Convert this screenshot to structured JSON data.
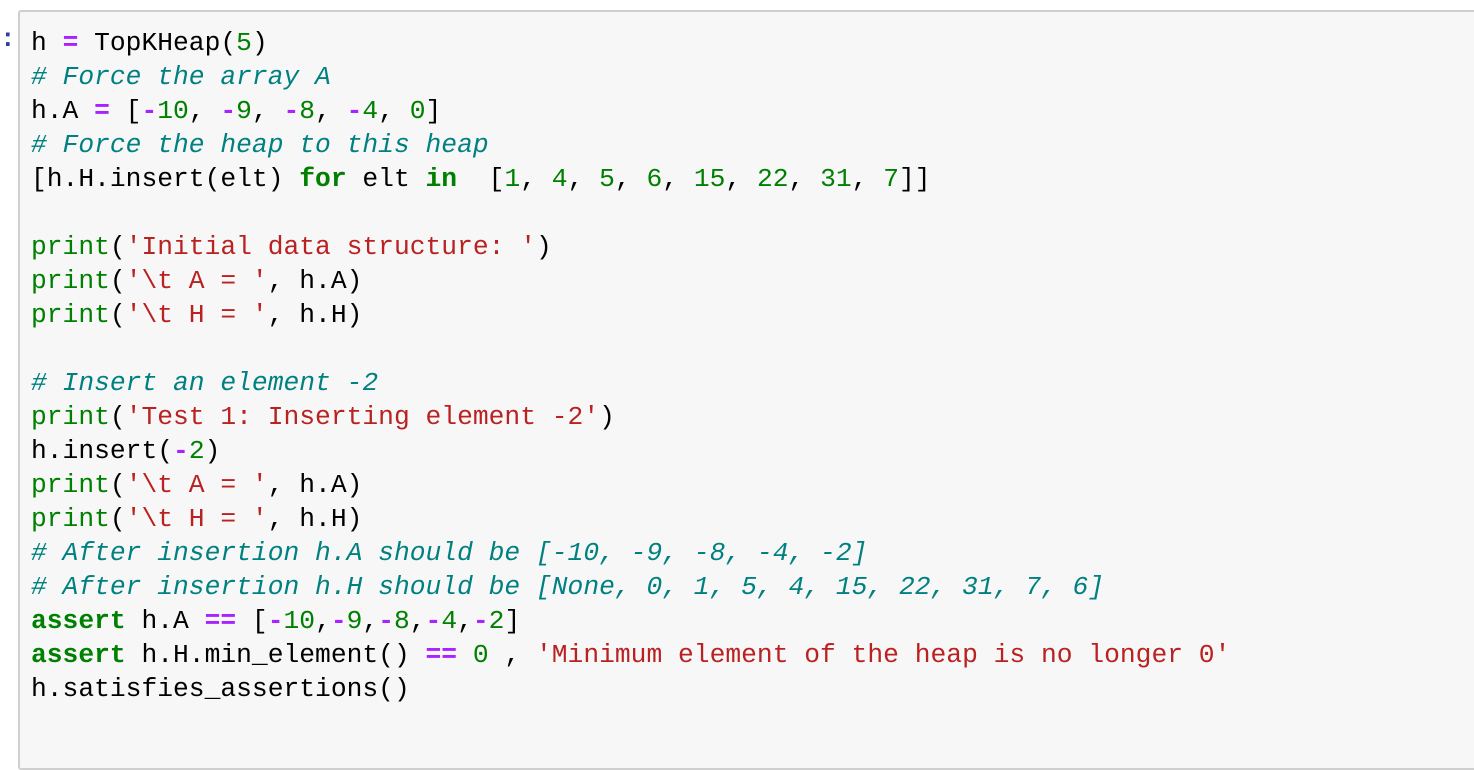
{
  "cell": {
    "prompt": ":",
    "colors": {
      "keyword": "#008000",
      "number": "#008000",
      "operator": "#AA22FF",
      "string": "#BA2121",
      "comment": "#008080",
      "prompt": "#303F9F",
      "background": "#f7f7f7",
      "border": "#cfcfcf"
    },
    "lines": [
      {
        "tokens": [
          [
            "t",
            "h "
          ],
          [
            "op",
            "="
          ],
          [
            "t",
            " TopKHeap("
          ],
          [
            "num",
            "5"
          ],
          [
            "t",
            ")"
          ]
        ]
      },
      {
        "tokens": [
          [
            "com",
            "# Force the array A"
          ]
        ]
      },
      {
        "tokens": [
          [
            "t",
            "h.A "
          ],
          [
            "op",
            "="
          ],
          [
            "t",
            " ["
          ],
          [
            "op",
            "-"
          ],
          [
            "num",
            "10"
          ],
          [
            "t",
            ", "
          ],
          [
            "op",
            "-"
          ],
          [
            "num",
            "9"
          ],
          [
            "t",
            ", "
          ],
          [
            "op",
            "-"
          ],
          [
            "num",
            "8"
          ],
          [
            "t",
            ", "
          ],
          [
            "op",
            "-"
          ],
          [
            "num",
            "4"
          ],
          [
            "t",
            ", "
          ],
          [
            "num",
            "0"
          ],
          [
            "t",
            "]"
          ]
        ]
      },
      {
        "tokens": [
          [
            "com",
            "# Force the heap to this heap"
          ]
        ]
      },
      {
        "tokens": [
          [
            "t",
            "[h.H.insert(elt) "
          ],
          [
            "kw",
            "for"
          ],
          [
            "t",
            " elt "
          ],
          [
            "kw",
            "in"
          ],
          [
            "t",
            "  ["
          ],
          [
            "num",
            "1"
          ],
          [
            "t",
            ", "
          ],
          [
            "num",
            "4"
          ],
          [
            "t",
            ", "
          ],
          [
            "num",
            "5"
          ],
          [
            "t",
            ", "
          ],
          [
            "num",
            "6"
          ],
          [
            "t",
            ", "
          ],
          [
            "num",
            "15"
          ],
          [
            "t",
            ", "
          ],
          [
            "num",
            "22"
          ],
          [
            "t",
            ", "
          ],
          [
            "num",
            "31"
          ],
          [
            "t",
            ", "
          ],
          [
            "num",
            "7"
          ],
          [
            "t",
            "]]"
          ]
        ]
      },
      {
        "tokens": []
      },
      {
        "tokens": [
          [
            "bi",
            "print"
          ],
          [
            "t",
            "("
          ],
          [
            "str",
            "'Initial data structure: '"
          ],
          [
            "t",
            ")"
          ]
        ]
      },
      {
        "tokens": [
          [
            "bi",
            "print"
          ],
          [
            "t",
            "("
          ],
          [
            "str",
            "'\\t A = '"
          ],
          [
            "t",
            ", h.A)"
          ]
        ]
      },
      {
        "tokens": [
          [
            "bi",
            "print"
          ],
          [
            "t",
            "("
          ],
          [
            "str",
            "'\\t H = '"
          ],
          [
            "t",
            ", h.H)"
          ]
        ]
      },
      {
        "tokens": []
      },
      {
        "tokens": [
          [
            "com",
            "# Insert an element -2"
          ]
        ]
      },
      {
        "tokens": [
          [
            "bi",
            "print"
          ],
          [
            "t",
            "("
          ],
          [
            "str",
            "'Test 1: Inserting element -2'"
          ],
          [
            "t",
            ")"
          ]
        ]
      },
      {
        "tokens": [
          [
            "t",
            "h.insert("
          ],
          [
            "op",
            "-"
          ],
          [
            "num",
            "2"
          ],
          [
            "t",
            ")"
          ]
        ]
      },
      {
        "tokens": [
          [
            "bi",
            "print"
          ],
          [
            "t",
            "("
          ],
          [
            "str",
            "'\\t A = '"
          ],
          [
            "t",
            ", h.A)"
          ]
        ]
      },
      {
        "tokens": [
          [
            "bi",
            "print"
          ],
          [
            "t",
            "("
          ],
          [
            "str",
            "'\\t H = '"
          ],
          [
            "t",
            ", h.H)"
          ]
        ]
      },
      {
        "tokens": [
          [
            "com",
            "# After insertion h.A should be [-10, -9, -8, -4, -2]"
          ]
        ]
      },
      {
        "tokens": [
          [
            "com",
            "# After insertion h.H should be [None, 0, 1, 5, 4, 15, 22, 31, 7, 6]"
          ]
        ]
      },
      {
        "tokens": [
          [
            "kw",
            "assert"
          ],
          [
            "t",
            " h.A "
          ],
          [
            "op",
            "=="
          ],
          [
            "t",
            " ["
          ],
          [
            "op",
            "-"
          ],
          [
            "num",
            "10"
          ],
          [
            "t",
            ","
          ],
          [
            "op",
            "-"
          ],
          [
            "num",
            "9"
          ],
          [
            "t",
            ","
          ],
          [
            "op",
            "-"
          ],
          [
            "num",
            "8"
          ],
          [
            "t",
            ","
          ],
          [
            "op",
            "-"
          ],
          [
            "num",
            "4"
          ],
          [
            "t",
            ","
          ],
          [
            "op",
            "-"
          ],
          [
            "num",
            "2"
          ],
          [
            "t",
            "]"
          ]
        ]
      },
      {
        "tokens": [
          [
            "kw",
            "assert"
          ],
          [
            "t",
            " h.H.min_element() "
          ],
          [
            "op",
            "=="
          ],
          [
            "t",
            " "
          ],
          [
            "num",
            "0"
          ],
          [
            "t",
            " , "
          ],
          [
            "str",
            "'Minimum element of the heap is no longer 0'"
          ]
        ]
      },
      {
        "tokens": [
          [
            "t",
            "h.satisfies_assertions()"
          ]
        ]
      }
    ]
  }
}
